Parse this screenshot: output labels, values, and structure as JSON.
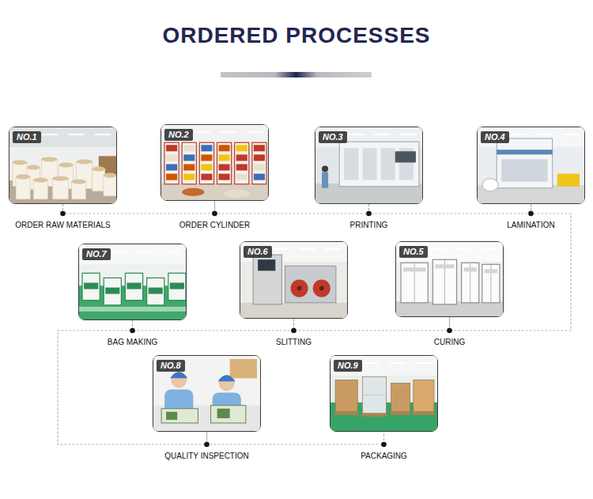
{
  "diagram": {
    "title": "ORDERED PROCESSES",
    "nodes": [
      {
        "text": [
          "NO.1",
          "ORDER RAW MATERIALS"
        ]
      },
      {
        "text": [
          "NO.2",
          "ORDER CYLINDER"
        ]
      },
      {
        "text": [
          "NO.3",
          "PRINTING"
        ]
      },
      {
        "text": [
          "NO.4",
          "LAMINATION"
        ]
      },
      {
        "text": [
          "NO.5",
          "CURING"
        ]
      },
      {
        "text": [
          "NO.6",
          "SLITTING"
        ]
      },
      {
        "text": [
          "NO.7",
          "BAG MAKING"
        ]
      },
      {
        "text": [
          "NO.8",
          "QUALITY INSPECTION"
        ]
      },
      {
        "text": [
          "NO.9",
          "PACKAGING"
        ]
      }
    ],
    "edges": [
      {
        "from": 0,
        "to": 1,
        "arrow": "none"
      },
      {
        "from": 1,
        "to": 2,
        "arrow": "none"
      },
      {
        "from": 2,
        "to": 3,
        "arrow": "none"
      },
      {
        "from": 3,
        "to": 4,
        "arrow": "none"
      },
      {
        "from": 4,
        "to": 5,
        "arrow": "none"
      },
      {
        "from": 5,
        "to": 6,
        "arrow": "none"
      },
      {
        "from": 6,
        "to": 7,
        "arrow": "none"
      },
      {
        "from": 7,
        "to": 8,
        "arrow": "none"
      }
    ]
  }
}
